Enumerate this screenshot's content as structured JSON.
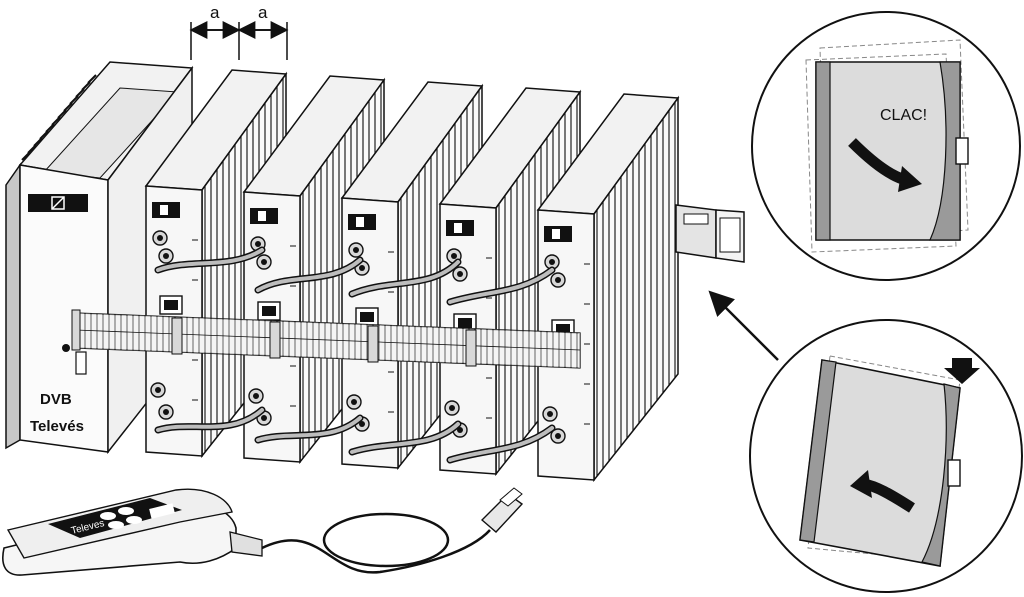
{
  "dimension": {
    "left_label": "a",
    "right_label": "a"
  },
  "headend": {
    "standard_text": "DVB",
    "brand_text": "Televés"
  },
  "programmer": {
    "brand_text": "Televes"
  },
  "detail_top": {
    "sound_text": "CLAC!"
  },
  "colors": {
    "line": "#111111",
    "module_face": "#f4f4f4",
    "shade": "#9a9a9a",
    "light_shade": "#dcdcdc"
  }
}
